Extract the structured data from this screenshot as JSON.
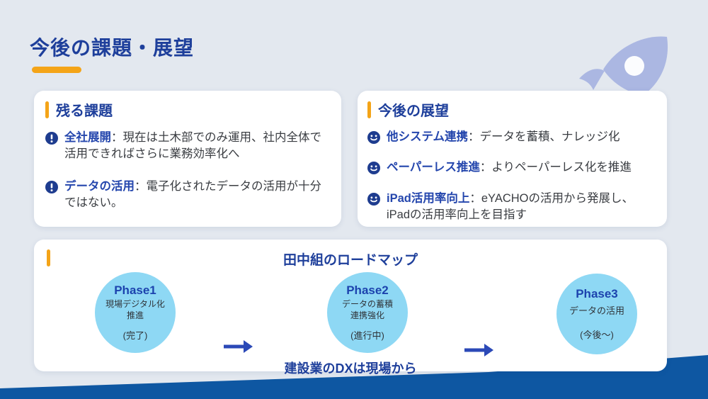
{
  "slide": {
    "title": "今後の課題・展望",
    "challenges": {
      "heading": "残る課題",
      "items": [
        {
          "term": "全社展開",
          "desc": "：現在は土木部でのみ運用、社内全体で活用できればさらに業務効率化へ"
        },
        {
          "term": "データの活用",
          "desc": "：電子化されたデータの活用が十分ではない。"
        }
      ]
    },
    "outlook": {
      "heading": "今後の展望",
      "items": [
        {
          "term": "他システム連携",
          "desc": "：データを蓄積、ナレッジ化"
        },
        {
          "term": "ペーパーレス推進",
          "desc": "：よりペーパーレス化を推進"
        },
        {
          "term": "iPad活用率向上",
          "desc": "：eYACHOの活用から発展し、iPadの活用率向上を目指す"
        }
      ]
    },
    "roadmap": {
      "heading": "田中組のロードマップ",
      "phases": [
        {
          "label": "Phase1",
          "desc": "現場デジタル化\n推進",
          "status": "(完了)"
        },
        {
          "label": "Phase2",
          "desc": "データの蓄積\n連携強化",
          "status": "(進行中)"
        },
        {
          "label": "Phase3",
          "desc": "データの活用",
          "status": "(今後〜)"
        }
      ],
      "caption": "建設業のDXは現場から"
    },
    "icons": {
      "rocket": "rocket-icon",
      "exclamation": "exclamation-icon",
      "smiley": "smiley-icon",
      "arrow": "arrow-right-icon"
    },
    "colors": {
      "background": "#e3e8ef",
      "card": "#ffffff",
      "heading_blue": "#1e3f9b",
      "term_blue": "#2446ad",
      "body_text": "#3a3d42",
      "accent_orange": "#f4a418",
      "circle_blue": "#8ed8f4",
      "icon_navy": "#1e3c8f",
      "arrow_blue": "#2b49b7",
      "band_blue": "#0e57a2",
      "rocket_periwinkle": "#abb7e2"
    }
  }
}
